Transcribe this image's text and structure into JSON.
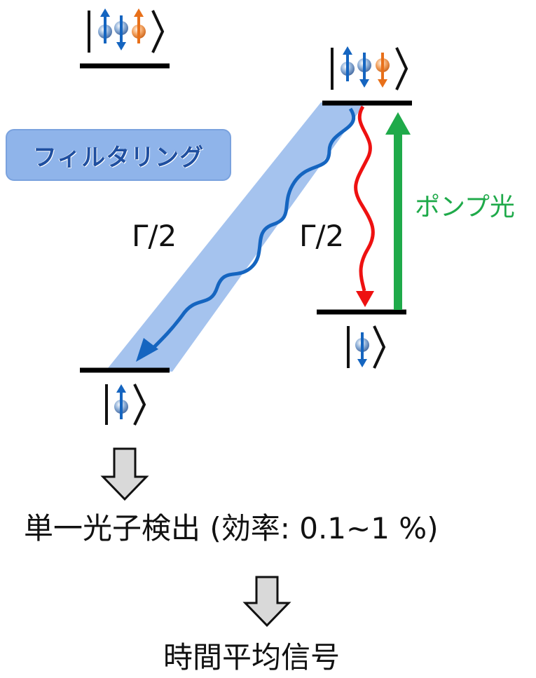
{
  "labels": {
    "filter": "フィルタリング",
    "gamma_left": "Γ/2",
    "gamma_right": "Γ/2",
    "pump": "ポンプ光",
    "detection": "単一光子検出 (効率: 0.1~1 %)",
    "signal": "時間平均信号"
  },
  "colors": {
    "spin_up": "#1565c0",
    "spin_down_orange": "#e8701a",
    "pump_arrow": "#1faa4a",
    "decay_arrow": "#ee1111",
    "filter_band": "#8fb4ea",
    "level_line": "#000000"
  }
}
